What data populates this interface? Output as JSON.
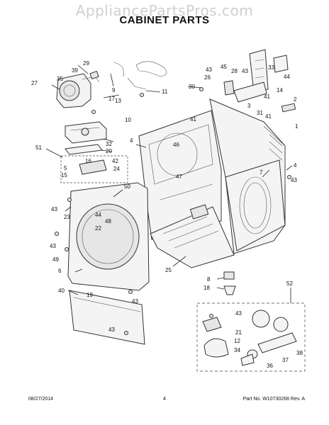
{
  "watermark": "AppliancePartsPros.com",
  "title": "CABINET PARTS",
  "callouts": [
    {
      "id": "c29",
      "label": "29"
    },
    {
      "id": "c39",
      "label": "39"
    },
    {
      "id": "c35",
      "label": "35"
    },
    {
      "id": "c27",
      "label": "27"
    },
    {
      "id": "c9",
      "label": "9"
    },
    {
      "id": "c17",
      "label": "17"
    },
    {
      "id": "c13",
      "label": "13"
    },
    {
      "id": "c11",
      "label": "11"
    },
    {
      "id": "c10",
      "label": "10"
    },
    {
      "id": "c30",
      "label": "30"
    },
    {
      "id": "c43a",
      "label": "43"
    },
    {
      "id": "c45",
      "label": "45"
    },
    {
      "id": "c28",
      "label": "28"
    },
    {
      "id": "c43b",
      "label": "43"
    },
    {
      "id": "c26",
      "label": "26"
    },
    {
      "id": "c44",
      "label": "44"
    },
    {
      "id": "c33",
      "label": "33"
    },
    {
      "id": "c3",
      "label": "3"
    },
    {
      "id": "c14",
      "label": "14"
    },
    {
      "id": "c2",
      "label": "2"
    },
    {
      "id": "c41a",
      "label": "41"
    },
    {
      "id": "c31",
      "label": "31"
    },
    {
      "id": "c41b",
      "label": "41"
    },
    {
      "id": "c1",
      "label": "1"
    },
    {
      "id": "c41c",
      "label": "41"
    },
    {
      "id": "c4a",
      "label": "4"
    },
    {
      "id": "c46",
      "label": "46"
    },
    {
      "id": "c47",
      "label": "47"
    },
    {
      "id": "c32",
      "label": "32"
    },
    {
      "id": "c20",
      "label": "20"
    },
    {
      "id": "c51",
      "label": "51"
    },
    {
      "id": "c16",
      "label": "16"
    },
    {
      "id": "c42",
      "label": "42"
    },
    {
      "id": "c5",
      "label": "5"
    },
    {
      "id": "c24",
      "label": "24"
    },
    {
      "id": "c15",
      "label": "15"
    },
    {
      "id": "c7",
      "label": "7"
    },
    {
      "id": "c4b",
      "label": "4"
    },
    {
      "id": "c43c",
      "label": "43"
    },
    {
      "id": "c50",
      "label": "50"
    },
    {
      "id": "c43d",
      "label": "43"
    },
    {
      "id": "c23",
      "label": "23"
    },
    {
      "id": "c43e",
      "label": "43"
    },
    {
      "id": "c44b",
      "label": "44"
    },
    {
      "id": "c48",
      "label": "48"
    },
    {
      "id": "c22",
      "label": "22"
    },
    {
      "id": "c49",
      "label": "49"
    },
    {
      "id": "c6",
      "label": "6"
    },
    {
      "id": "c25",
      "label": "25"
    },
    {
      "id": "c8",
      "label": "8"
    },
    {
      "id": "c18",
      "label": "18"
    },
    {
      "id": "c52",
      "label": "52"
    },
    {
      "id": "c40",
      "label": "40"
    },
    {
      "id": "c19",
      "label": "19"
    },
    {
      "id": "c43f",
      "label": "43"
    },
    {
      "id": "c43g",
      "label": "43"
    },
    {
      "id": "c43h",
      "label": "43"
    },
    {
      "id": "c21",
      "label": "21"
    },
    {
      "id": "c12",
      "label": "12"
    },
    {
      "id": "c34",
      "label": "34"
    },
    {
      "id": "c38",
      "label": "38"
    },
    {
      "id": "c37",
      "label": "37"
    },
    {
      "id": "c36",
      "label": "36"
    }
  ],
  "footer": {
    "date": "08/27/2014",
    "page": "4",
    "part": "Part No. W10730268  Rev. A"
  }
}
